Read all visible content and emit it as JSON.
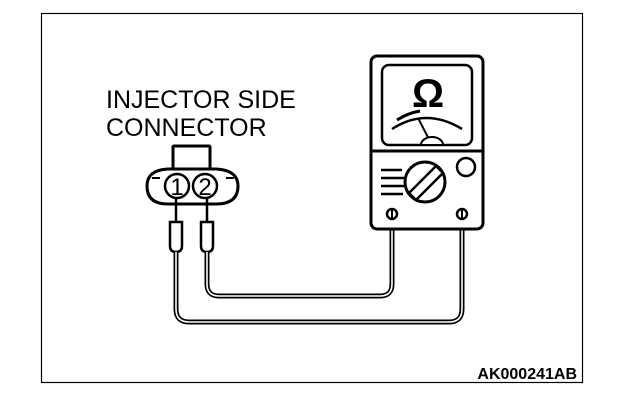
{
  "connector_label": {
    "line1": "INJECTOR SIDE",
    "line2": "CONNECTOR"
  },
  "terminals": [
    "1",
    "2"
  ],
  "meter": {
    "symbol": "Ω"
  },
  "figure_code": "AK000241AB",
  "colors": {
    "ink": "#000000",
    "paper": "#ffffff"
  }
}
